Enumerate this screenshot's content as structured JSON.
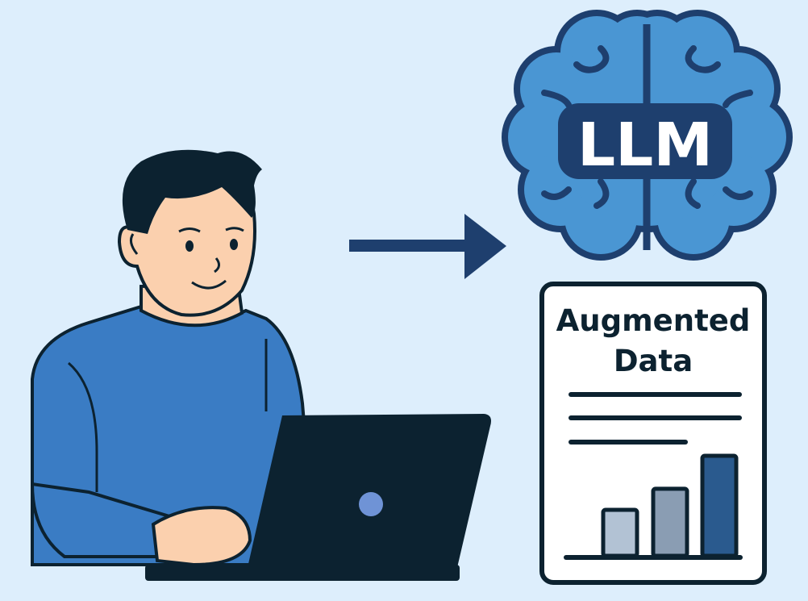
{
  "brain": {
    "label": "LLM"
  },
  "document": {
    "title_line1": "Augmented",
    "title_line2": "Data"
  },
  "chart_bars": [
    {
      "value": 0.46,
      "color": "#b2c2d4"
    },
    {
      "value": 0.67,
      "color": "#8a9db3"
    },
    {
      "value": 1.0,
      "color": "#2a5a8e"
    }
  ],
  "colors": {
    "background": "#ddeefc",
    "navy": "#1e3f6e",
    "brain_fill": "#4a96d3",
    "shirt": "#3a7cc4",
    "skin": "#fbd0ae",
    "laptop": "#0c2230",
    "laptop_logo": "#6f93d6"
  }
}
